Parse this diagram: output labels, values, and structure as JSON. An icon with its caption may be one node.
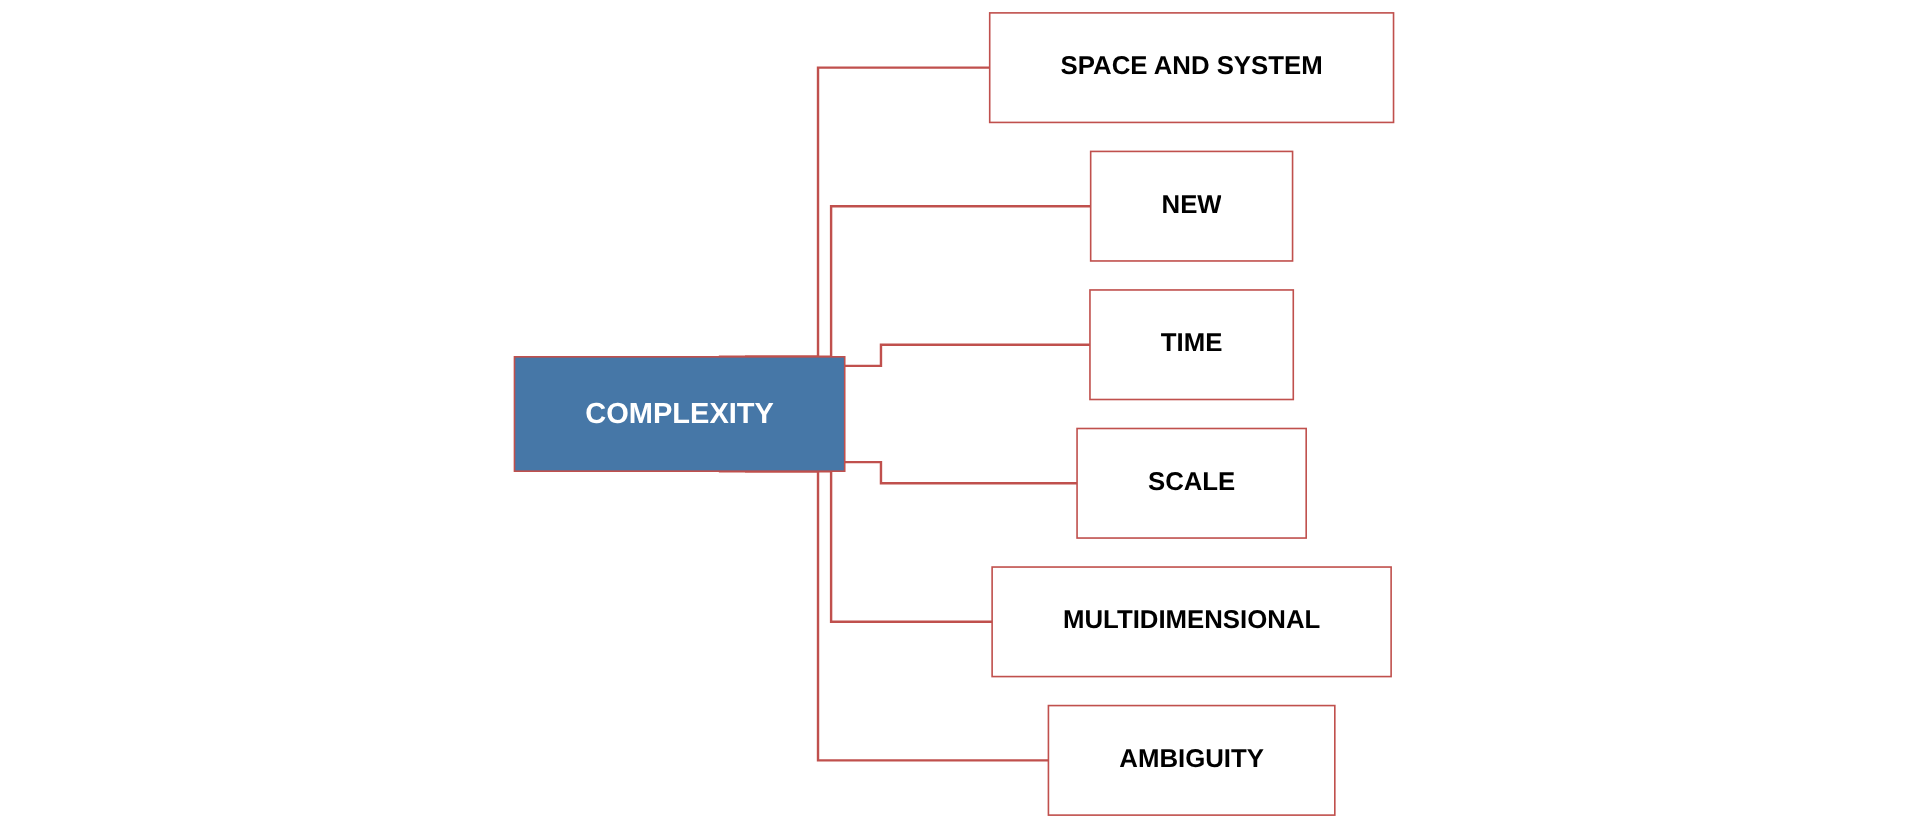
{
  "diagram": {
    "nodes": [
      {
        "text": [
          "COMPLEXITY"
        ]
      },
      {
        "text": [
          "SPACE AND SYSTEM"
        ]
      },
      {
        "text": [
          "NEW"
        ]
      },
      {
        "text": [
          "TIME"
        ]
      },
      {
        "text": [
          "SCALE"
        ]
      },
      {
        "text": [
          "MULTIDIMENSIONAL"
        ]
      },
      {
        "text": [
          "AMBIGUITY"
        ]
      }
    ],
    "edges": [
      {
        "from": 0,
        "to": 1,
        "arrow": "none"
      },
      {
        "from": 0,
        "to": 2,
        "arrow": "none"
      },
      {
        "from": 0,
        "to": 3,
        "arrow": "none"
      },
      {
        "from": 0,
        "to": 4,
        "arrow": "none"
      },
      {
        "from": 0,
        "to": 5,
        "arrow": "none"
      },
      {
        "from": 0,
        "to": 6,
        "arrow": "none"
      }
    ]
  }
}
